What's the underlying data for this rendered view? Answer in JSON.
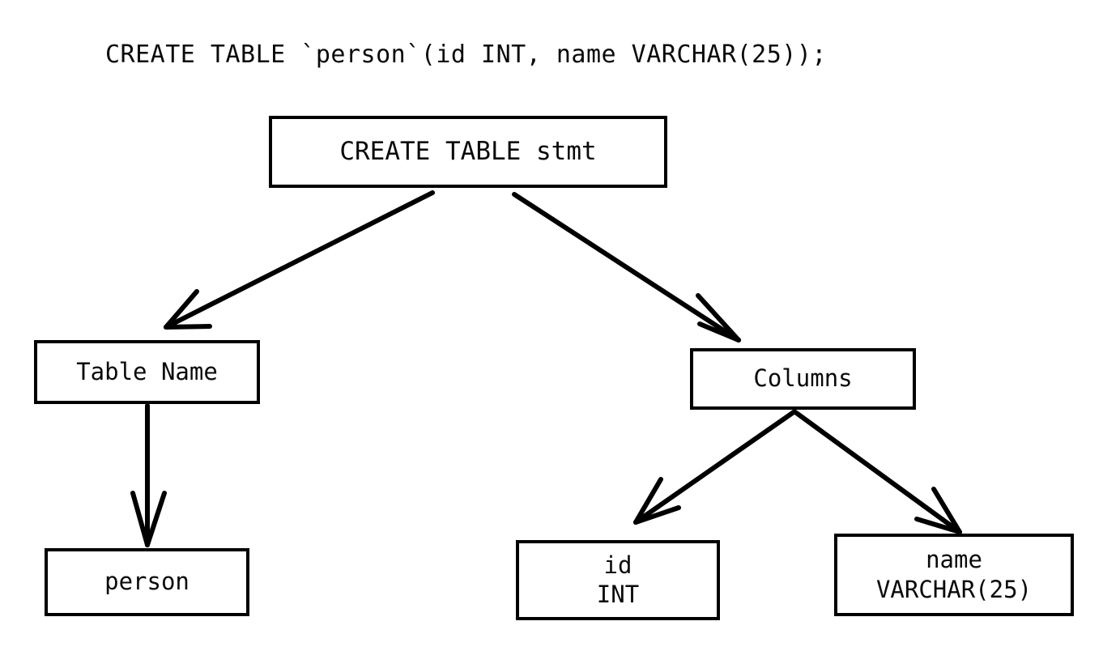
{
  "diagram": {
    "title": "CREATE TABLE `person`(id INT, name VARCHAR(25));",
    "type": "parse-tree",
    "background_color": "#ffffff",
    "stroke_color": "#000000",
    "nodes": [
      {
        "id": "root",
        "label": "CREATE TABLE stmt",
        "lines": [
          "CREATE TABLE stmt"
        ]
      },
      {
        "id": "table-name",
        "label": "Table Name",
        "lines": [
          "Table Name"
        ]
      },
      {
        "id": "columns",
        "label": "Columns",
        "lines": [
          "Columns"
        ]
      },
      {
        "id": "person",
        "label": "person",
        "lines": [
          "person"
        ]
      },
      {
        "id": "col-id",
        "label": "id INT",
        "lines": [
          "id",
          "INT"
        ]
      },
      {
        "id": "col-name",
        "label": "name VARCHAR(25)",
        "lines": [
          "name",
          "VARCHAR(25)"
        ]
      }
    ],
    "edges": [
      {
        "from": "root",
        "to": "table-name",
        "arrowhead": "open-v"
      },
      {
        "from": "root",
        "to": "columns",
        "arrowhead": "open-v"
      },
      {
        "from": "table-name",
        "to": "person",
        "arrowhead": "open-v"
      },
      {
        "from": "columns",
        "to": "col-id",
        "arrowhead": "open-v"
      },
      {
        "from": "columns",
        "to": "col-name",
        "arrowhead": "open-v"
      }
    ]
  }
}
